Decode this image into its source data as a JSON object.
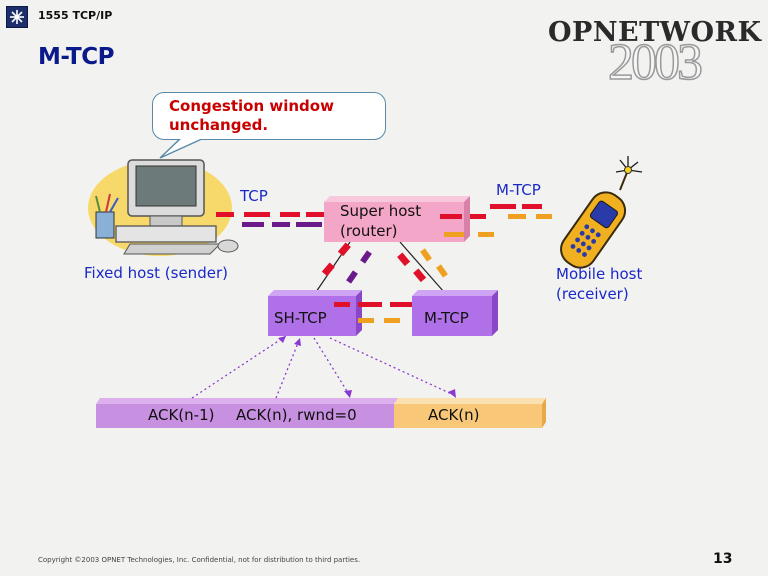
{
  "header": {
    "deck_label": "1555 TCP/IP",
    "title": "M-TCP"
  },
  "brand": {
    "word": "OPNETWORK",
    "year": "2003"
  },
  "callout": {
    "line1": "Congestion window",
    "line2": "unchanged."
  },
  "diagram": {
    "tcp_label": "TCP",
    "mtcp_link_label": "M-TCP",
    "super_host_line1": "Super host",
    "super_host_line2": "(router)",
    "fixed_host_label": "Fixed host (sender)",
    "mobile_host_line1": "Mobile host",
    "mobile_host_line2": "(receiver)",
    "sh_tcp_label": "SH-TCP",
    "m_tcp_label": "M-TCP",
    "ack_left": "ACK(n-1)",
    "ack_mid": "ACK(n), rwnd=0",
    "ack_right": "ACK(n)"
  },
  "colors": {
    "title_blue": "#0b1a8a",
    "label_blue": "#1a28c8",
    "callout_red": "#c80000",
    "packet_red": "#e0102a",
    "packet_purple": "#6a1a8a",
    "packet_orange": "#f0a020",
    "super_host_pink": "#f4a6c8",
    "tcp_box_purple": "#b070e8",
    "ack_purple": "#c890e0",
    "ack_orange": "#f8c878"
  },
  "footer": {
    "copyright": "Copyright ©2003 OPNET Technologies, Inc.  Confidential, not for distribution to third parties.",
    "page_number": "13"
  }
}
